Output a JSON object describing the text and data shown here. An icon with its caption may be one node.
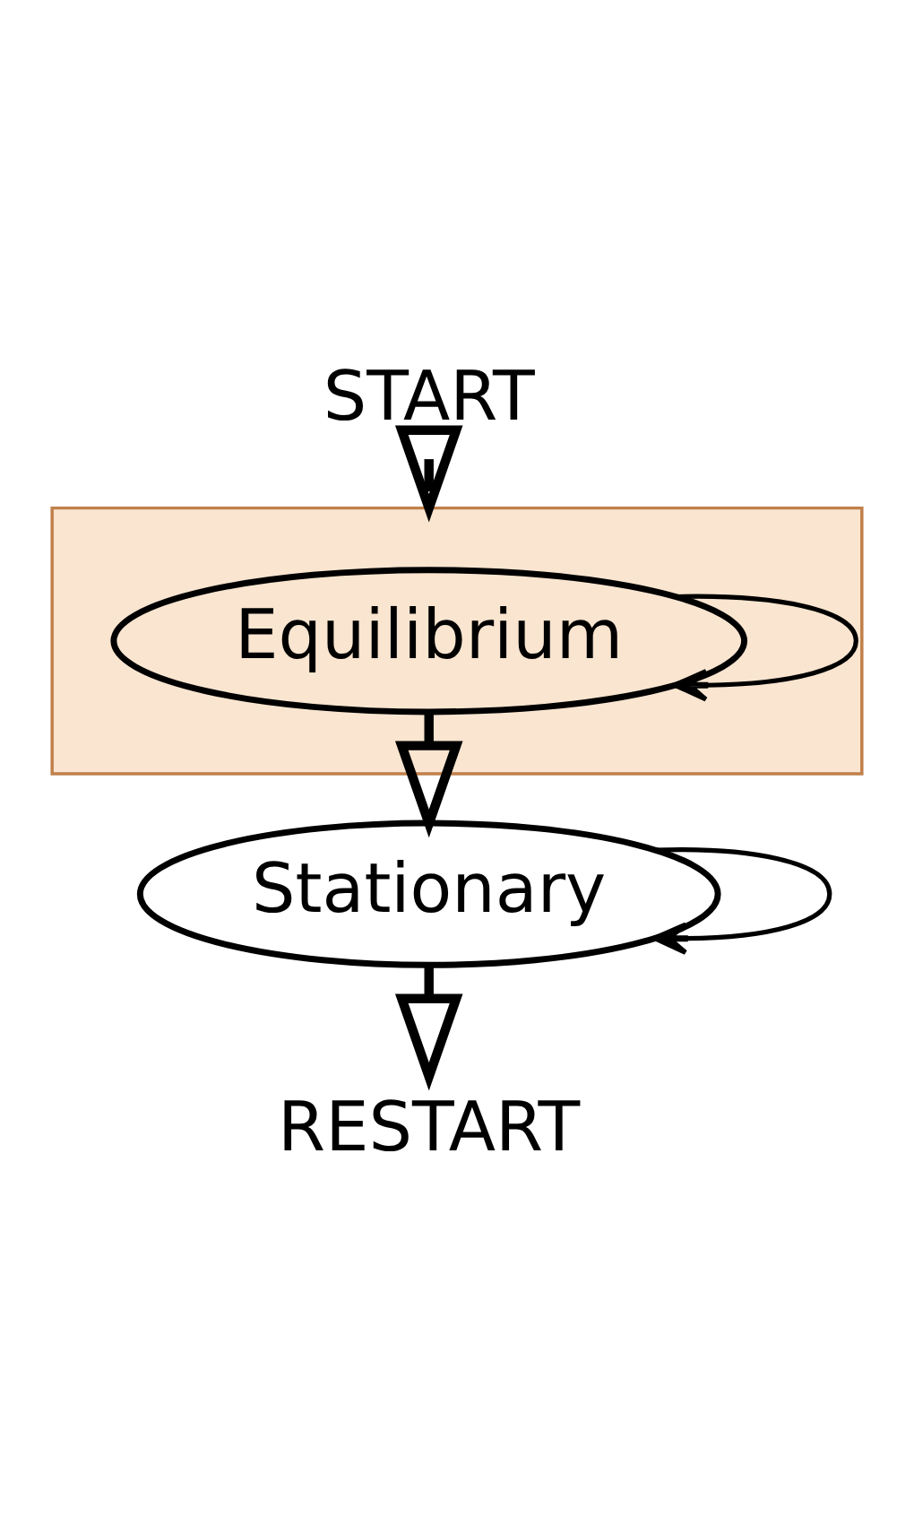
{
  "diagram": {
    "nodes": [
      {
        "text": [
          "START"
        ]
      },
      {
        "text": [],
        "shape": "box"
      },
      {
        "text": [
          "Equilibrium"
        ],
        "in": 1
      },
      {
        "text": [
          "Stationary"
        ]
      },
      {
        "text": [
          "RESTART"
        ]
      }
    ],
    "edges": [
      {
        "from": 0,
        "to": 1,
        "arrow": "to"
      },
      {
        "from": 2,
        "to": 2,
        "arrow": "to"
      },
      {
        "from": 2,
        "to": 3,
        "arrow": "to"
      },
      {
        "from": 3,
        "to": 3,
        "arrow": "to"
      },
      {
        "from": 3,
        "to": 4,
        "arrow": "to"
      }
    ]
  }
}
